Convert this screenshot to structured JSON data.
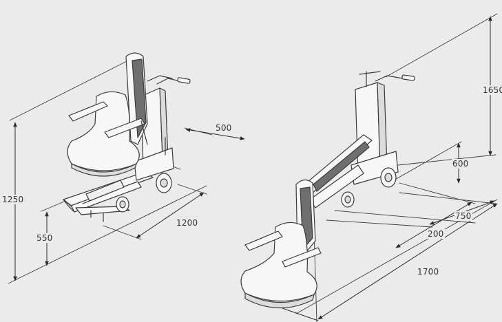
{
  "colors": {
    "background": "#ebebeb",
    "line": "#3a3a3a",
    "dimension_line": "#2a2a2a",
    "body_fill": "#f7f7f7",
    "dark_panel": "#6f6f6f",
    "text": "#333333"
  },
  "left_view": {
    "dimensions": {
      "height": "1250",
      "seat_height": "550",
      "length": "1200",
      "width": "500"
    }
  },
  "right_view": {
    "dimensions": {
      "height": "1650",
      "platform_height": "600",
      "depth": "750",
      "offset": "200",
      "length": "1700"
    }
  }
}
